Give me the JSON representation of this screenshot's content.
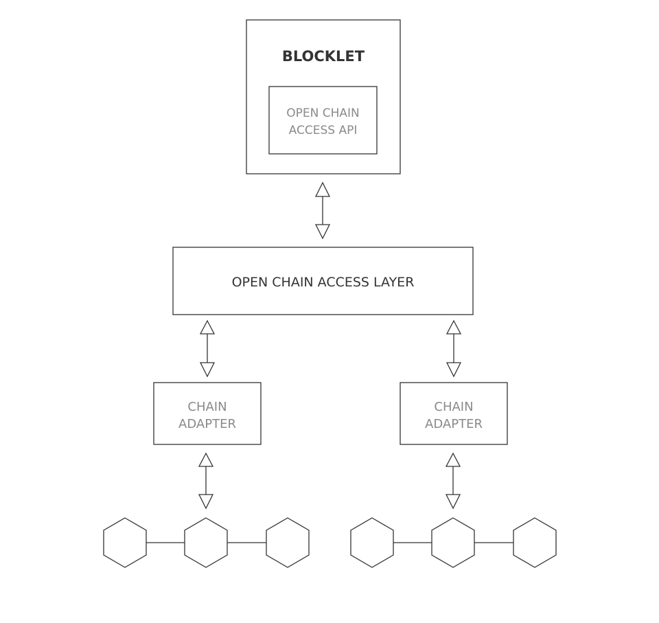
{
  "blocklet": {
    "title": "BLOCKLET",
    "api_line1": "OPEN CHAIN",
    "api_line2": "ACCESS API"
  },
  "access_layer": {
    "label": "OPEN CHAIN ACCESS LAYER"
  },
  "adapters": [
    {
      "line1": "CHAIN",
      "line2": "ADAPTER"
    },
    {
      "line1": "CHAIN",
      "line2": "ADAPTER"
    }
  ],
  "chains": [
    {
      "node_count": 3
    },
    {
      "node_count": 3
    }
  ]
}
